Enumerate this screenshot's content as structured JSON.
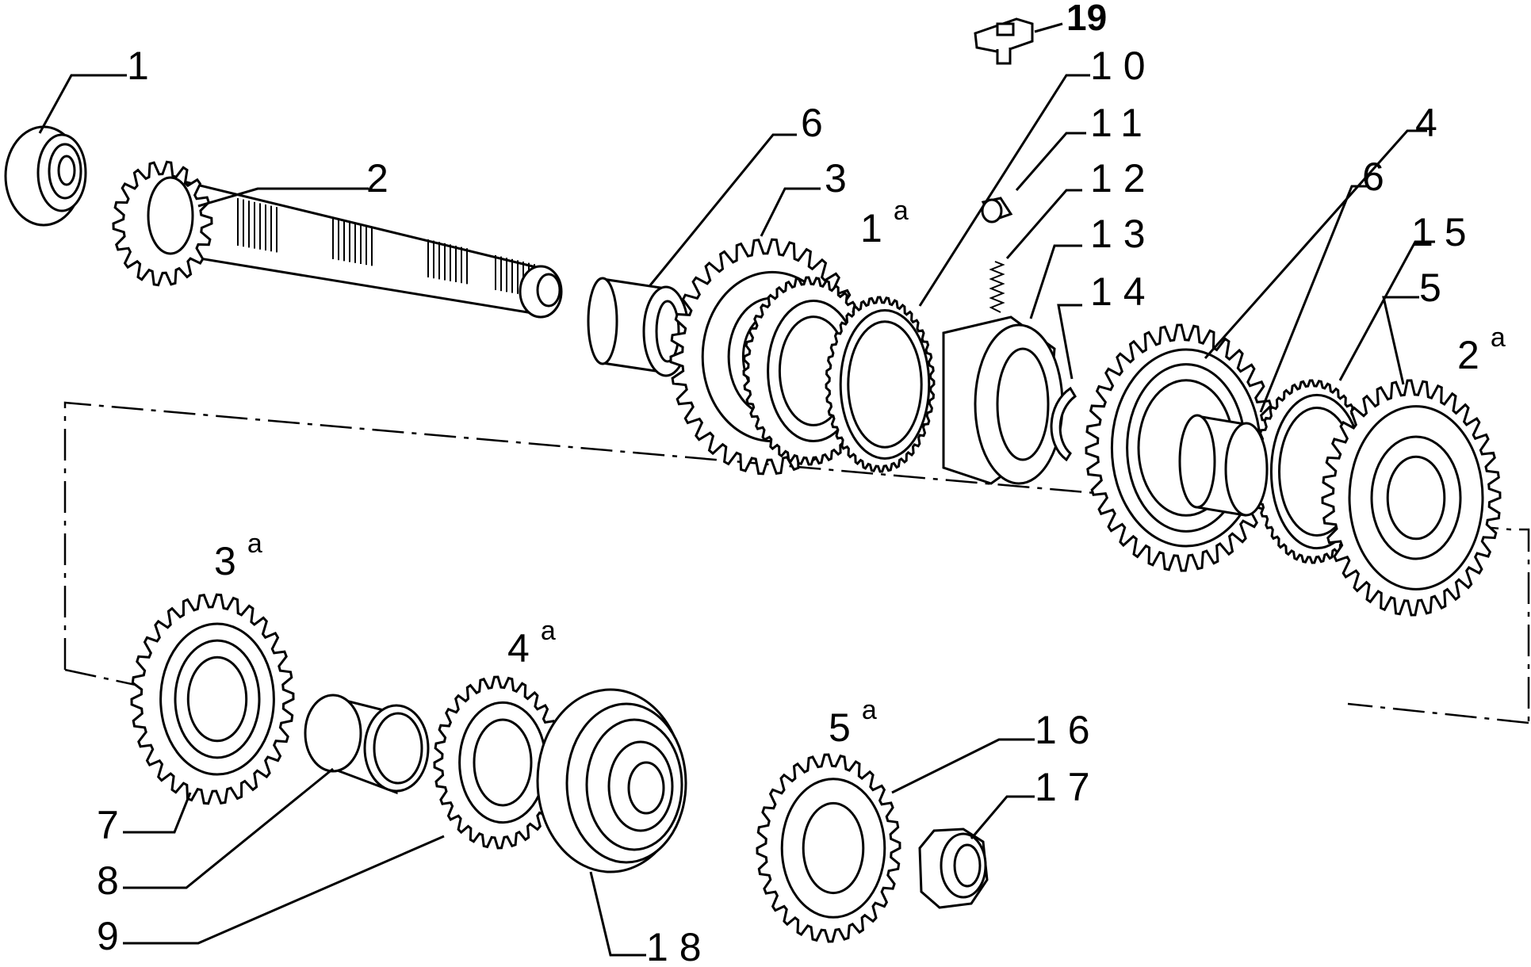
{
  "callouts": {
    "c1": "1",
    "c2": "2",
    "c3": "3",
    "c4": "4",
    "c5": "5",
    "c6a": "6",
    "c6b": "6",
    "c7": "7",
    "c8": "8",
    "c9": "9",
    "c10": "10",
    "c11": "11",
    "c12": "12",
    "c13": "13",
    "c14": "14",
    "c15": "15",
    "c16": "16",
    "c17": "17",
    "c18": "18",
    "c19": "19"
  },
  "gear_labels": {
    "g1": {
      "num": "1",
      "sup": "a"
    },
    "g2": {
      "num": "2",
      "sup": "a"
    },
    "g3": {
      "num": "3",
      "sup": "a"
    },
    "g4": {
      "num": "4",
      "sup": "a"
    },
    "g5": {
      "num": "5",
      "sup": "a"
    }
  }
}
